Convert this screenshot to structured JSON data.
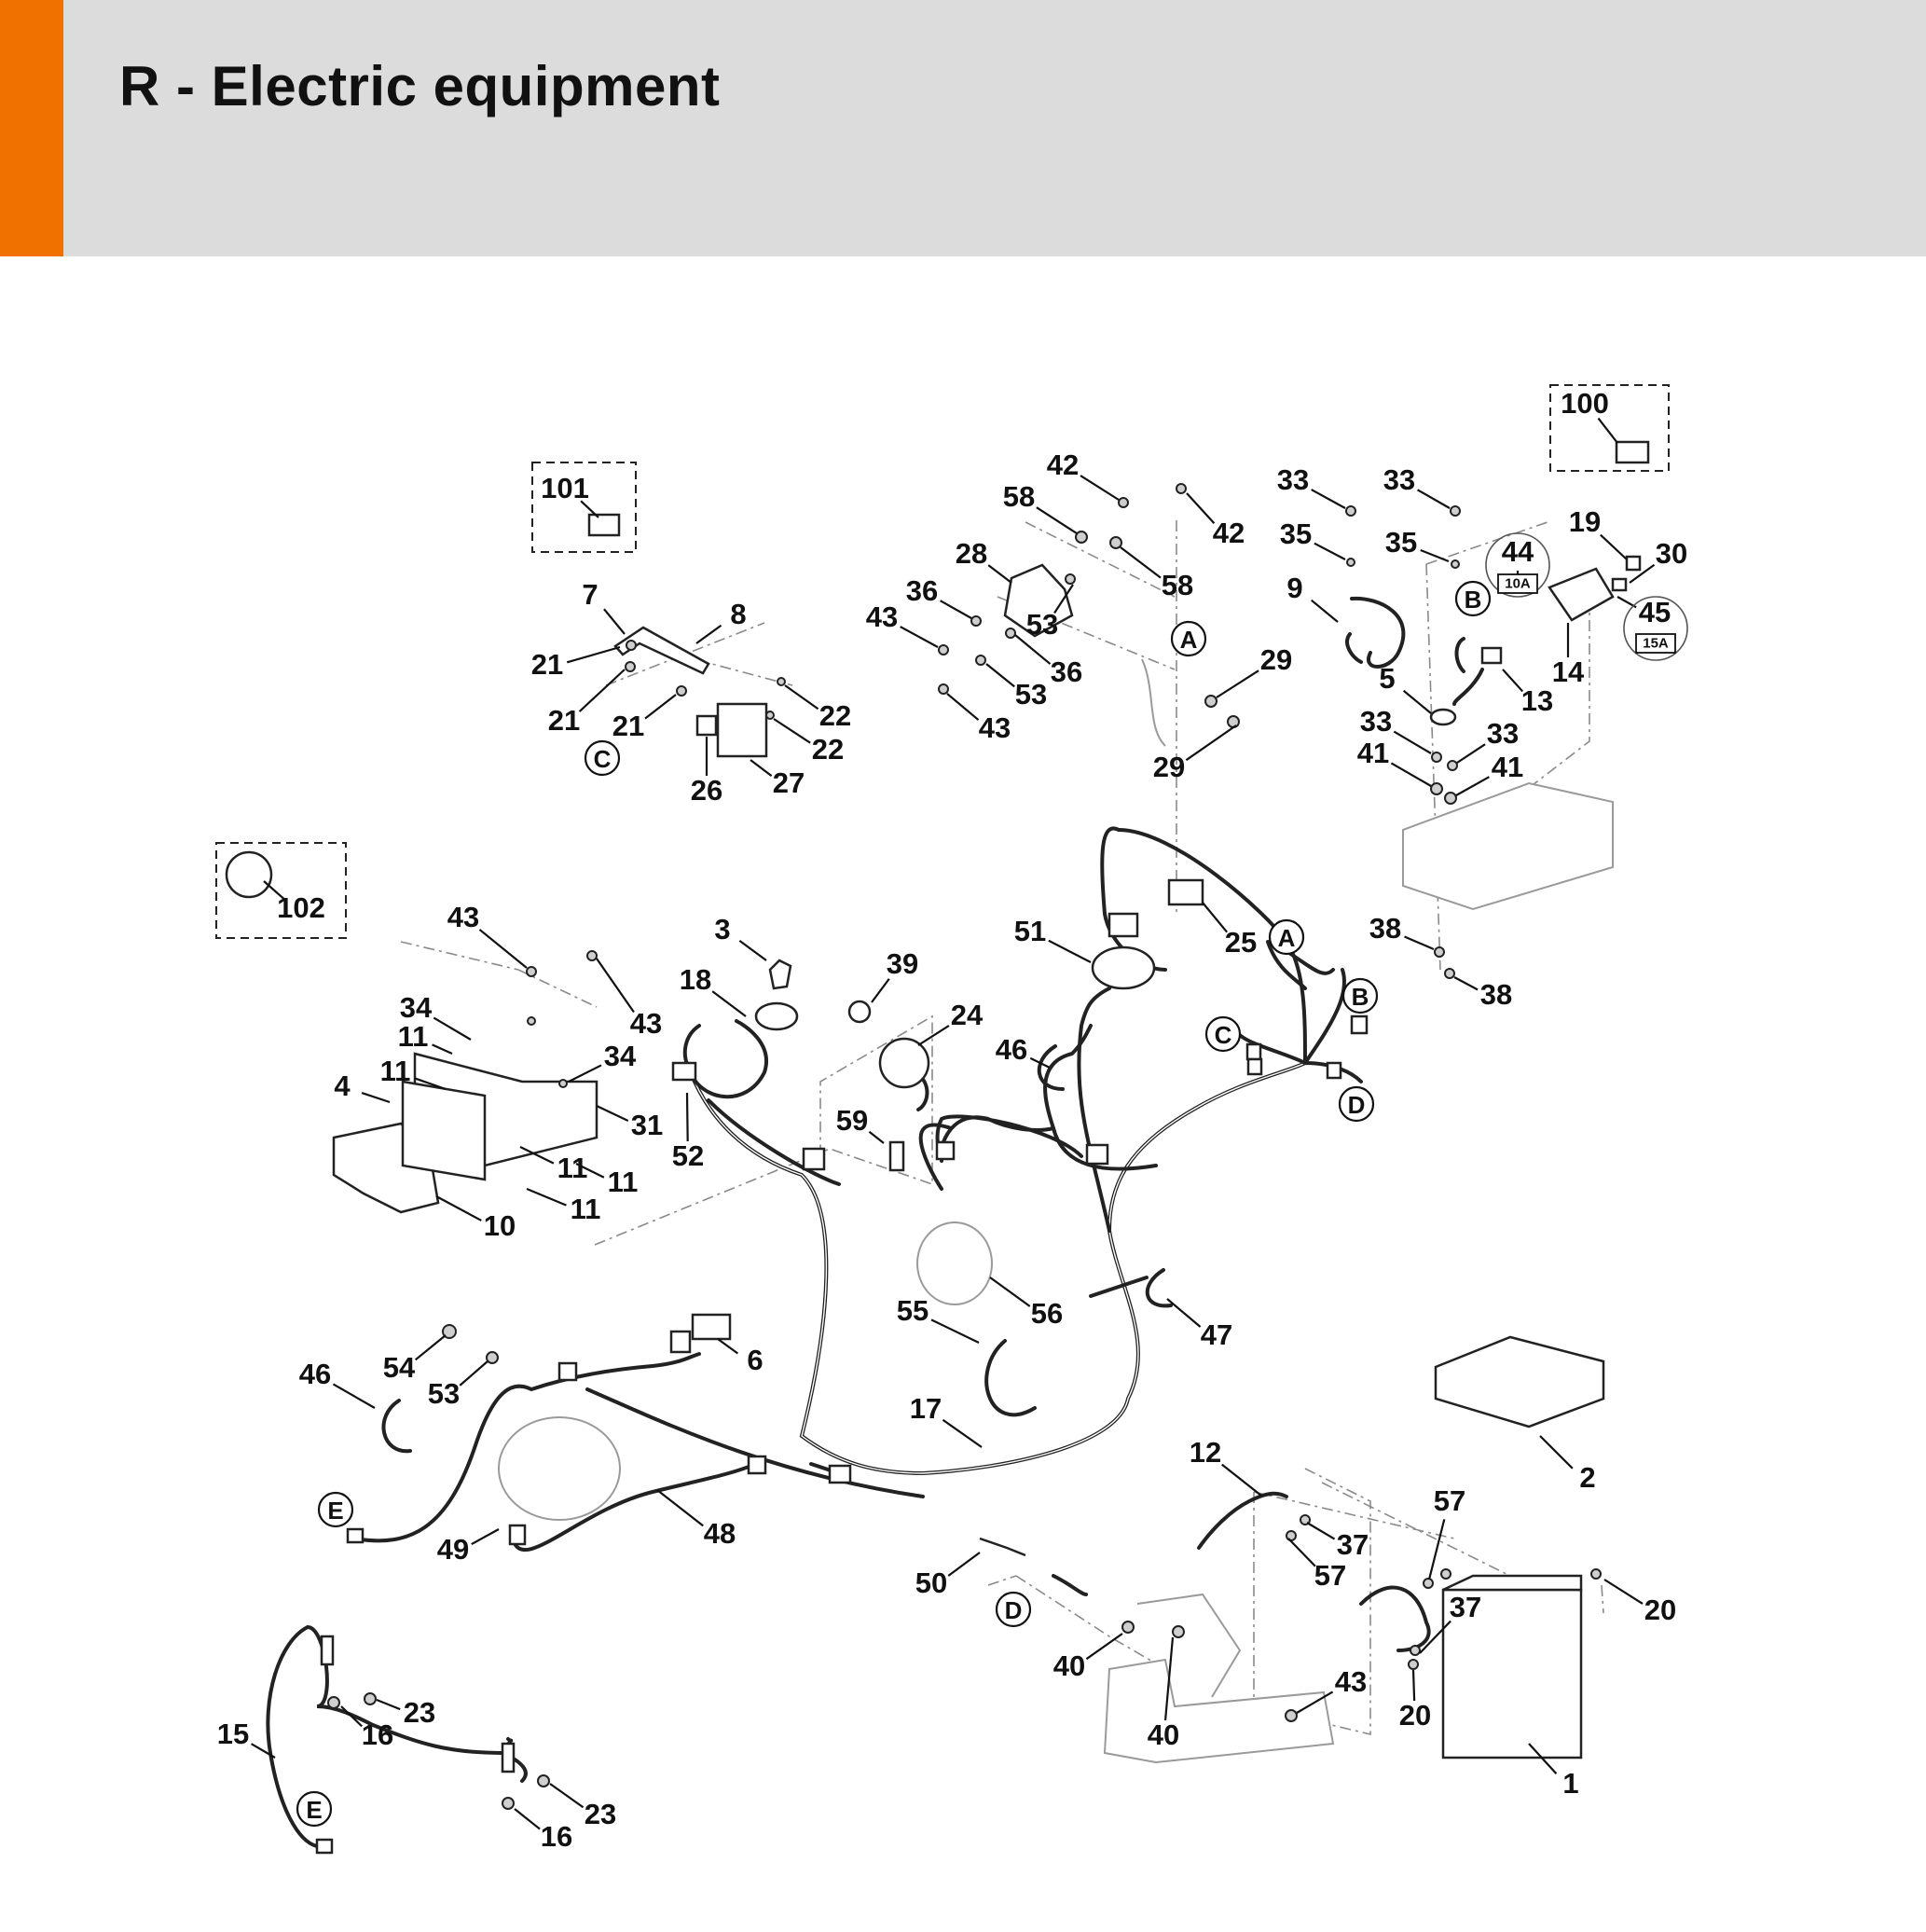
{
  "header": {
    "title": "R - Electric equipment",
    "accent_color": "#f07000",
    "background_color": "#dcdcdc"
  },
  "diagram": {
    "part_labels": [
      "1",
      "2",
      "3",
      "4",
      "5",
      "6",
      "7",
      "8",
      "9",
      "10",
      "11",
      "12",
      "13",
      "14",
      "15",
      "16",
      "17",
      "18",
      "19",
      "20",
      "21",
      "22",
      "23",
      "24",
      "25",
      "26",
      "27",
      "28",
      "29",
      "30",
      "31",
      "33",
      "34",
      "35",
      "36",
      "37",
      "38",
      "39",
      "40",
      "41",
      "42",
      "43",
      "44",
      "45",
      "46",
      "47",
      "48",
      "49",
      "50",
      "51",
      "52",
      "53",
      "54",
      "55",
      "56",
      "57",
      "58",
      "59",
      "100",
      "101",
      "102"
    ],
    "connector_callouts": [
      "A",
      "B",
      "C",
      "D",
      "E"
    ],
    "fuse_ratings": {
      "44": "10A",
      "45": "15A"
    }
  }
}
